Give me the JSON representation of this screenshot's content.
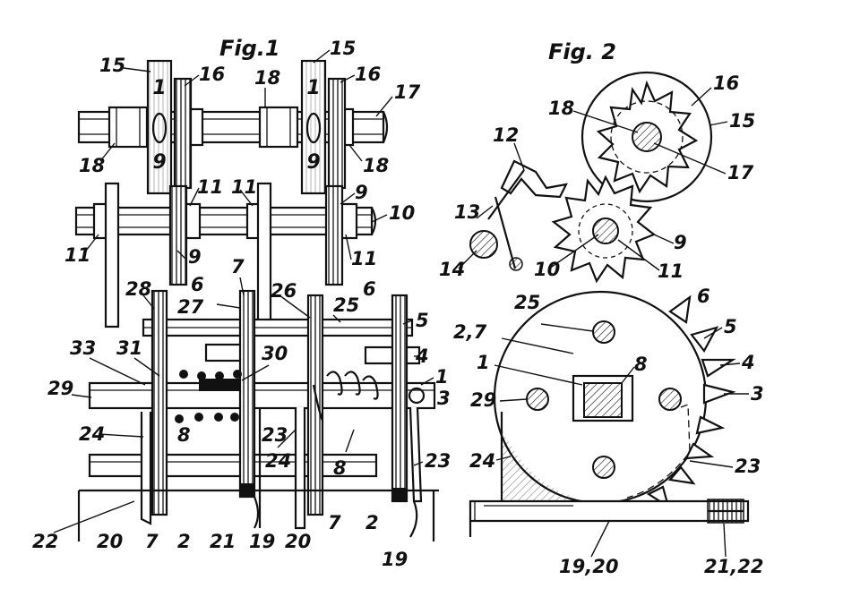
{
  "figures": {
    "fig1": {
      "title": "Fig.1",
      "dial_digits": [
        "1",
        "0",
        "9",
        "1",
        "0",
        "9"
      ],
      "labels": [
        "15",
        "16",
        "18",
        "17",
        "18",
        "18",
        "15",
        "16",
        "11",
        "9",
        "11",
        "10",
        "11",
        "9",
        "11",
        "28",
        "7",
        "6",
        "27",
        "26",
        "25",
        "6",
        "5",
        "4",
        "33",
        "31",
        "30",
        "1",
        "29",
        "3",
        "8",
        "24",
        "23",
        "24",
        "8",
        "23",
        "22",
        "20",
        "7",
        "2",
        "21",
        "19",
        "20",
        "7",
        "2",
        "19"
      ]
    },
    "fig2": {
      "title": "Fig. 2",
      "labels": [
        "18",
        "16",
        "15",
        "12",
        "17",
        "13",
        "14",
        "10",
        "11",
        "9",
        "6",
        "25",
        "2,7",
        "5",
        "1",
        "8",
        "4",
        "29",
        "3",
        "24",
        "23",
        "21,22",
        "19,20"
      ]
    }
  },
  "colors": {
    "ink": "#111111",
    "paper": "#ffffff"
  }
}
